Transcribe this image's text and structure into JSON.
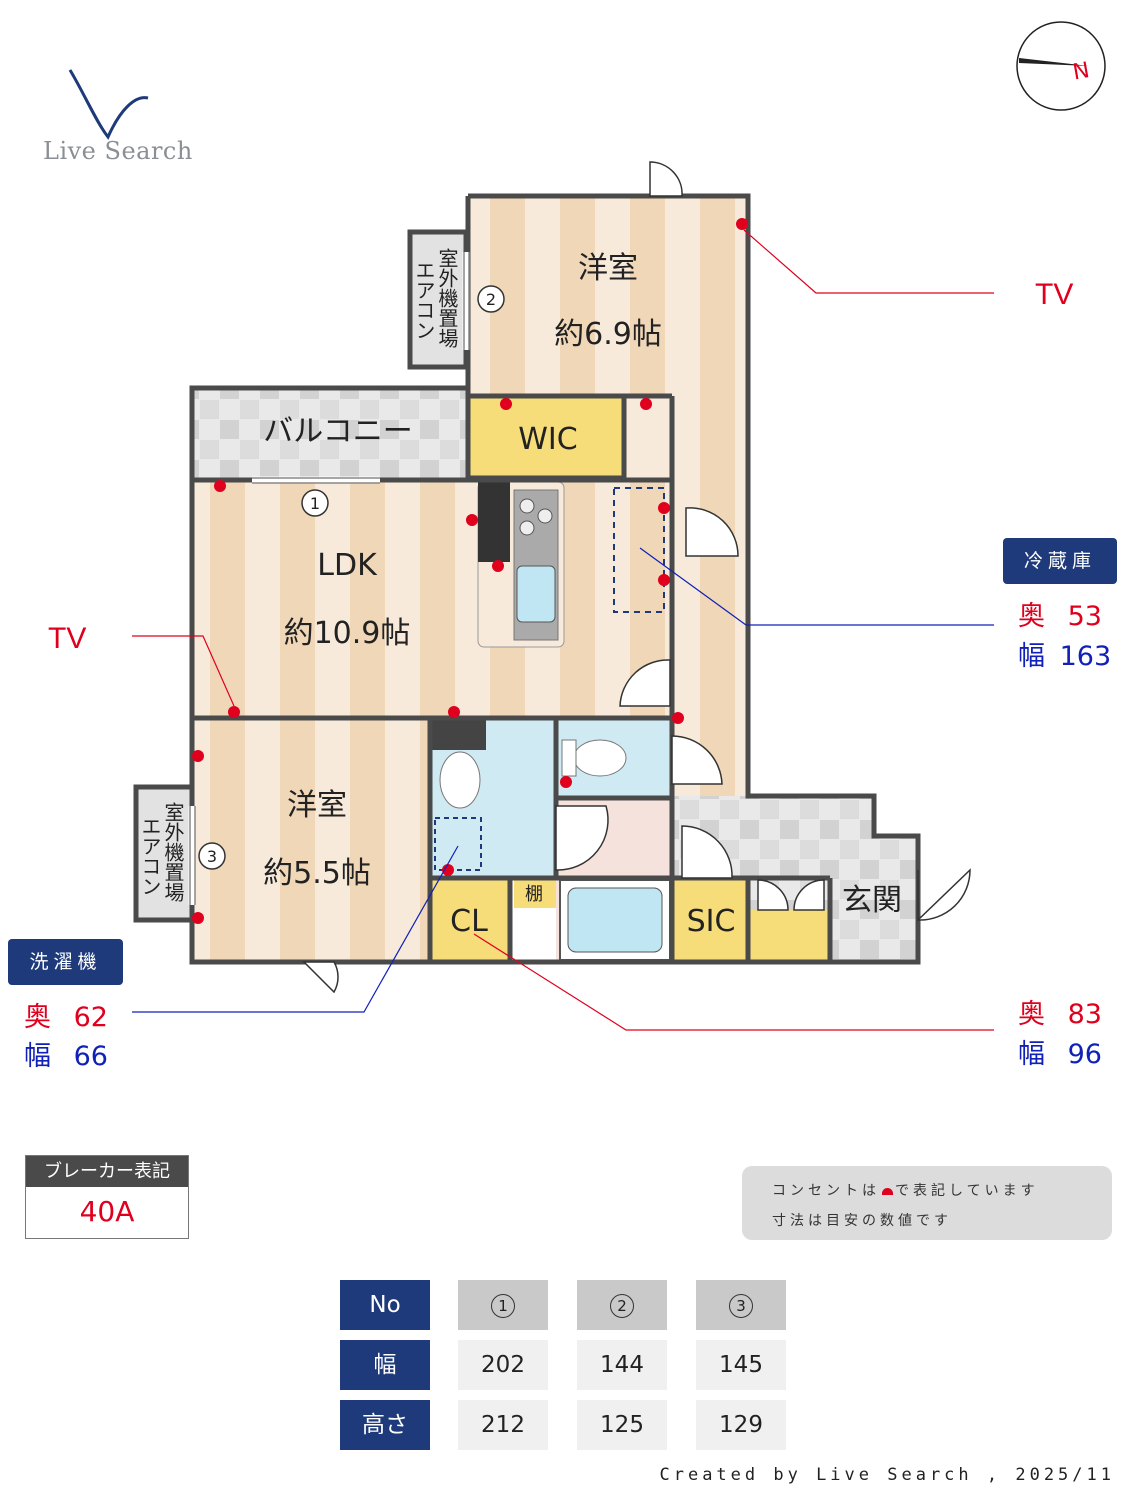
{
  "brand": {
    "logo_text": "Live Search"
  },
  "compass": {
    "north_label": "N"
  },
  "rooms": {
    "western1_name": "洋室",
    "western1_size": "約6.9帖",
    "western2_name": "洋室",
    "western2_size": "約5.5帖",
    "ldk_name": "LDK",
    "ldk_size": "約10.9帖",
    "balcony": "バルコニー",
    "wic": "WIC",
    "cl": "CL",
    "sic": "SIC",
    "entrance": "玄関",
    "shelf": "棚",
    "outdoor_unit_label": "室外機置場",
    "aircon_label": "エアコン"
  },
  "markers": {
    "m1": "1",
    "m2": "2",
    "m3": "3"
  },
  "tv_label_right": "TV",
  "tv_label_left": "TV",
  "callouts": {
    "fridge": {
      "title": "冷蔵庫",
      "depth_key": "奥",
      "depth_val": "53",
      "width_key": "幅",
      "width_val": "163"
    },
    "washer": {
      "title": "洗濯機",
      "depth_key": "奥",
      "depth_val": "62",
      "width_key": "幅",
      "width_val": "66"
    },
    "bath": {
      "depth_key": "奥",
      "depth_val": "83",
      "width_key": "幅",
      "width_val": "96"
    }
  },
  "breaker": {
    "label": "ブレーカー表記",
    "value": "40A"
  },
  "note": {
    "line1_before": "コンセントは",
    "line1_after": "で表記しています",
    "line2": "寸法は目安の数値です"
  },
  "table": {
    "row_headers": [
      "No",
      "幅",
      "高さ"
    ],
    "columns": [
      "1",
      "2",
      "3"
    ],
    "width_values": [
      "202",
      "144",
      "145"
    ],
    "height_values": [
      "212",
      "125",
      "129"
    ]
  },
  "footer": "Created by Live Search , 2025/11",
  "colors": {
    "navy": "#1e3a7a",
    "red": "#e0001e",
    "blue": "#1020b8",
    "wall": "#4a4a4a",
    "floor": "#f2dcc0"
  }
}
